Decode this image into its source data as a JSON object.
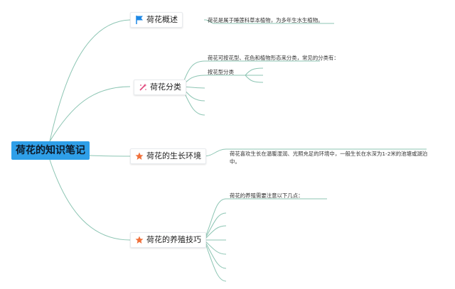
{
  "root": {
    "title": "荷花的知识笔记"
  },
  "branches": [
    {
      "label": "荷花概述",
      "icon": "flag-icon"
    },
    {
      "label": "荷花分类",
      "icon": "magic-wand-icon"
    },
    {
      "label": "荷花的生长环境",
      "icon": "star-icon"
    },
    {
      "label": "荷花的养殖技巧",
      "icon": "star-icon"
    }
  ],
  "leaves": {
    "overview": "荷花是属于睡莲科草本植物，为多年生水生植物。",
    "classification_intro": "荷花可按花型、花色和植物形态来分类，常见的分类有：",
    "classification_flower_type": "按花型分类",
    "environment": "荷花喜欢生长在温暖湿润、光照充足的环境中，一般生长在水深为1-2米的池塘或湖泊中。",
    "cultivation_intro": "荷花的养殖需要注意以下几点："
  },
  "colors": {
    "root_bg": "#2f9fe8",
    "connector": "#8cc5b3",
    "flag": "#1e88e5",
    "wand": "#e0457b",
    "star": "#f0703a"
  }
}
